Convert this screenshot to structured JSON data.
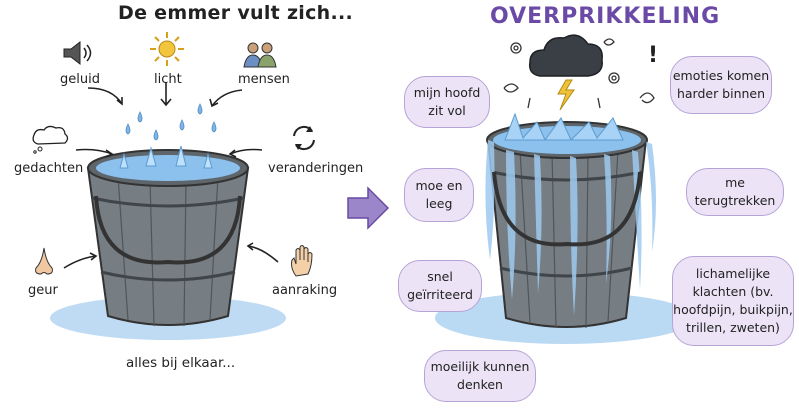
{
  "left": {
    "title": "De emmer vult zich...",
    "labels": {
      "geluid": "geluid",
      "licht": "licht",
      "mensen": "mensen",
      "gedachten": "gedachten",
      "veranderingen": "veranderingen",
      "geur": "geur",
      "aanraking": "aanraking"
    },
    "caption": "alles bij elkaar..."
  },
  "right": {
    "title": "OVERPRIKKELING",
    "bubbles": {
      "mijn_hoofd": "mijn hoofd zit vol",
      "emoties": "emoties komen harder binnen",
      "moe": "moe en leeg",
      "terugtrekken": "me terugtrekken",
      "geirriteerd": "snel geïrriteerd",
      "lichamelijk": "lichamelijke klachten (bv. hoofdpijn, buikpijn, trillen, zweten)",
      "denken": "moeilijk kunnen denken"
    }
  },
  "colors": {
    "purple": "#6a4aa6",
    "bubble_fill": "#ece4f6",
    "water": "#7fb6e6",
    "bucket": "#6d7378"
  },
  "icons": [
    "speaker-icon",
    "sun-icon",
    "people-icon",
    "thought-cloud-icon",
    "cycle-arrows-icon",
    "nose-icon",
    "hand-icon",
    "storm-cloud-icon",
    "arrow-right-icon"
  ]
}
